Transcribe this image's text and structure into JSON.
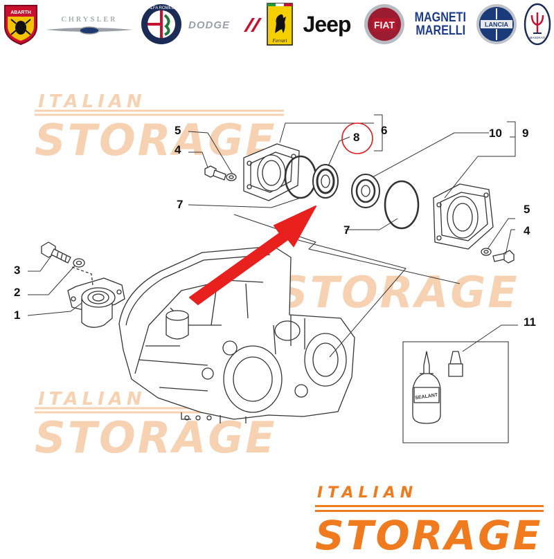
{
  "brands": [
    {
      "name": "Abarth",
      "label": "ABARTH",
      "icon": "abarth-scorpion-icon"
    },
    {
      "name": "Chrysler",
      "label": "CHRYSLER",
      "icon": "chrysler-wings-icon"
    },
    {
      "name": "Alfa Romeo",
      "label": "ALFA ROMEO",
      "icon": "alfa-romeo-badge-icon"
    },
    {
      "name": "Dodge",
      "label": "DODGE",
      "icon": "dodge-stripes-icon"
    },
    {
      "name": "Ferrari",
      "label": "Ferrari",
      "icon": "ferrari-horse-icon"
    },
    {
      "name": "Jeep",
      "label": "Jeep",
      "icon": "jeep-wordmark"
    },
    {
      "name": "Fiat",
      "label": "FIAT",
      "icon": "fiat-badge-icon"
    },
    {
      "name": "Magneti Marelli",
      "label_top": "MAGNETI",
      "label_bottom": "MARELLI",
      "icon": "magneti-marelli-wordmark"
    },
    {
      "name": "Lancia",
      "label": "LANCIA",
      "icon": "lancia-badge-icon"
    },
    {
      "name": "Maserati",
      "label": "MASERATI",
      "icon": "maserati-trident-icon"
    }
  ],
  "watermark": {
    "top": "ITALIAN",
    "bottom": "STORAGE",
    "color_main": "#f07a1e",
    "color_faint": "#f7c9a2"
  },
  "callouts": {
    "n1": "1",
    "n2": "2",
    "n3": "3",
    "n4a": "4",
    "n4b": "4",
    "n5a": "5",
    "n5b": "5",
    "n6": "6",
    "n7a": "7",
    "n7b": "7",
    "n8": "8",
    "n9": "9",
    "n10": "10",
    "n11": "11"
  },
  "product_label": "SEALANT",
  "colors": {
    "line": "#333333",
    "highlight": "#e01b1b",
    "arrow": "#e8201e"
  }
}
